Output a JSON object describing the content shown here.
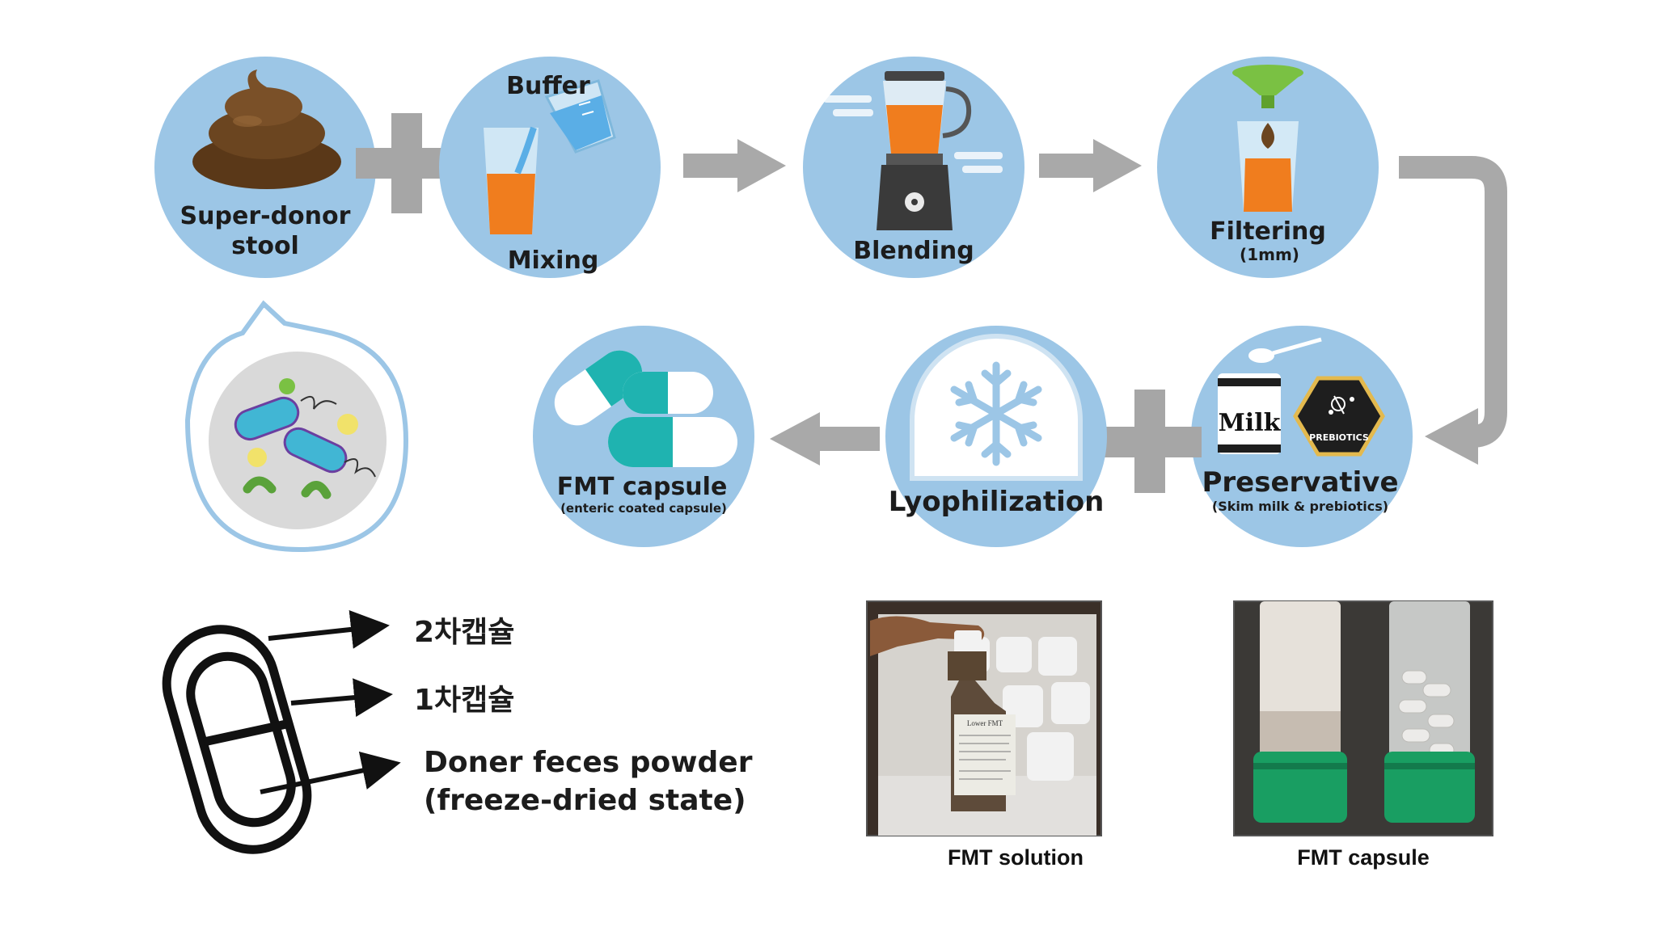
{
  "colors": {
    "circle_fill": "#9cc6e6",
    "arrow_gray": "#a9a9a9",
    "plus_gray": "#a6a6a6",
    "stool_brown": "#6b4520",
    "orange_liquid": "#f07d1e",
    "buffer_blue": "#5aaee6",
    "capsule_teal": "#1fb3b0",
    "funnel_green": "#7ac143",
    "bubble_outline": "#9cc6e6"
  },
  "steps": {
    "stool": {
      "label_line1": "Super-donor",
      "label_line2": "stool",
      "icon": "stool-icon"
    },
    "mixing": {
      "label_top": "Buffer",
      "label_bottom": "Mixing",
      "icon": "beaker-pour-icon"
    },
    "blending": {
      "label": "Blending",
      "icon": "blender-icon"
    },
    "filtering": {
      "label": "Filtering",
      "sublabel": "(1mm)",
      "icon": "funnel-icon"
    },
    "preservative": {
      "label": "Preservative",
      "sublabel": "(Skim milk & prebiotics)",
      "milk_text": "Milk",
      "prebiotics_text": "PREBIOTICS",
      "icon": "milk-can-icon"
    },
    "lyophilization": {
      "label": "Lyophilization",
      "icon": "snowflake-icon"
    },
    "fmt_capsule": {
      "label": "FMT capsule",
      "sublabel": "(enteric coated capsule)",
      "icon": "capsule-icon"
    }
  },
  "microbes_icon": "bacteria-icon",
  "capsule_diagram": {
    "labels": [
      "2차캡슐",
      "1차캡슐"
    ],
    "powder_line1": "Doner feces powder",
    "powder_line2": "(freeze-dried state)"
  },
  "photos": {
    "solution_caption": "FMT solution",
    "capsule_caption": "FMT capsule",
    "bottle_label": "Lower FMT"
  }
}
